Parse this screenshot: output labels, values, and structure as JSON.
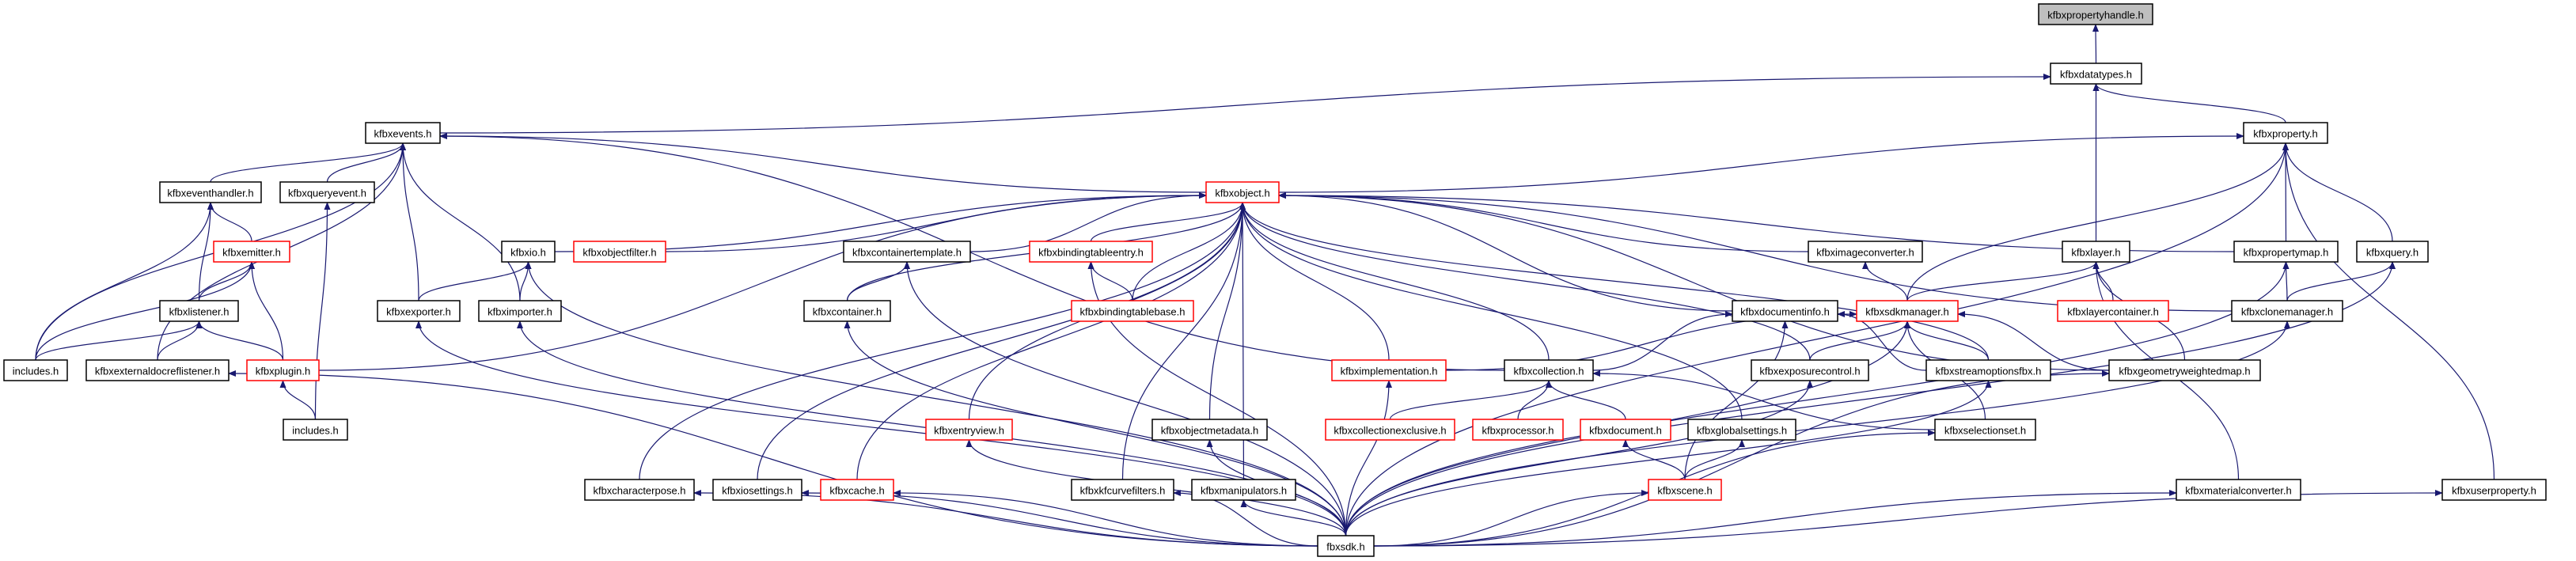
{
  "colors": {
    "edge": "#191970",
    "truncated_border": "#ff0000",
    "normal_border": "#000000",
    "root_fill": "#bfbfbf"
  },
  "nodes": [
    {
      "id": "propertyhandle",
      "label": "kfbxpropertyhandle.h",
      "style": "root"
    },
    {
      "id": "datatypes",
      "label": "kfbxdatatypes.h",
      "style": "normal"
    },
    {
      "id": "events",
      "label": "kfbxevents.h",
      "style": "normal"
    },
    {
      "id": "property",
      "label": "kfbxproperty.h",
      "style": "normal"
    },
    {
      "id": "eventhandler",
      "label": "kfbxeventhandler.h",
      "style": "normal"
    },
    {
      "id": "queryevent",
      "label": "kfbxqueryevent.h",
      "style": "normal"
    },
    {
      "id": "object",
      "label": "kfbxobject.h",
      "style": "red"
    },
    {
      "id": "emitter",
      "label": "kfbxemitter.h",
      "style": "red"
    },
    {
      "id": "io",
      "label": "kfbxio.h",
      "style": "normal"
    },
    {
      "id": "objectfilter",
      "label": "kfbxobjectfilter.h",
      "style": "red"
    },
    {
      "id": "containertemplate",
      "label": "kfbxcontainertemplate.h",
      "style": "normal"
    },
    {
      "id": "bindingtableentry",
      "label": "kfbxbindingtableentry.h",
      "style": "red"
    },
    {
      "id": "imageconverter",
      "label": "kfbximageconverter.h",
      "style": "normal"
    },
    {
      "id": "layer",
      "label": "kfbxlayer.h",
      "style": "normal"
    },
    {
      "id": "propertymap",
      "label": "kfbxpropertymap.h",
      "style": "normal"
    },
    {
      "id": "query",
      "label": "kfbxquery.h",
      "style": "normal"
    },
    {
      "id": "listener",
      "label": "kfbxlistener.h",
      "style": "normal"
    },
    {
      "id": "exporter",
      "label": "kfbxexporter.h",
      "style": "normal"
    },
    {
      "id": "importer",
      "label": "kfbximporter.h",
      "style": "normal"
    },
    {
      "id": "container",
      "label": "kfbxcontainer.h",
      "style": "normal"
    },
    {
      "id": "bindingtablebase",
      "label": "kfbxbindingtablebase.h",
      "style": "red"
    },
    {
      "id": "documentinfo",
      "label": "kfbxdocumentinfo.h",
      "style": "normal"
    },
    {
      "id": "sdkmanager",
      "label": "kfbxsdkmanager.h",
      "style": "red"
    },
    {
      "id": "layercontainer",
      "label": "kfbxlayercontainer.h",
      "style": "red"
    },
    {
      "id": "clonemanager",
      "label": "kfbxclonemanager.h",
      "style": "normal"
    },
    {
      "id": "includes1",
      "label": "includes.h",
      "style": "normal"
    },
    {
      "id": "externaldocreflistener",
      "label": "kfbxexternaldocreflistener.h",
      "style": "normal"
    },
    {
      "id": "plugin",
      "label": "kfbxplugin.h",
      "style": "red"
    },
    {
      "id": "implementation",
      "label": "kfbximplementation.h",
      "style": "red"
    },
    {
      "id": "collection",
      "label": "kfbxcollection.h",
      "style": "normal"
    },
    {
      "id": "exposurecontrol",
      "label": "kfbxexposurecontrol.h",
      "style": "normal"
    },
    {
      "id": "streamoptionsfbx",
      "label": "kfbxstreamoptionsfbx.h",
      "style": "normal"
    },
    {
      "id": "geometryweightedmap",
      "label": "kfbxgeometryweightedmap.h",
      "style": "normal"
    },
    {
      "id": "includes2",
      "label": "includes.h",
      "style": "normal"
    },
    {
      "id": "entryview",
      "label": "kfbxentryview.h",
      "style": "red"
    },
    {
      "id": "objectmetadata",
      "label": "kfbxobjectmetadata.h",
      "style": "normal"
    },
    {
      "id": "collectionexclusive",
      "label": "kfbxcollectionexclusive.h",
      "style": "red"
    },
    {
      "id": "processor",
      "label": "kfbxprocessor.h",
      "style": "red"
    },
    {
      "id": "document",
      "label": "kfbxdocument.h",
      "style": "red"
    },
    {
      "id": "globalsettings",
      "label": "kfbxglobalsettings.h",
      "style": "normal"
    },
    {
      "id": "selectionset",
      "label": "kfbxselectionset.h",
      "style": "normal"
    },
    {
      "id": "characterpose",
      "label": "kfbxcharacterpose.h",
      "style": "normal"
    },
    {
      "id": "iosettings",
      "label": "kfbxiosettings.h",
      "style": "normal"
    },
    {
      "id": "cache",
      "label": "kfbxcache.h",
      "style": "red"
    },
    {
      "id": "kfcurvefilters",
      "label": "kfbxkfcurvefilters.h",
      "style": "normal"
    },
    {
      "id": "manipulators",
      "label": "kfbxmanipulators.h",
      "style": "normal"
    },
    {
      "id": "scene",
      "label": "kfbxscene.h",
      "style": "red"
    },
    {
      "id": "materialconverter",
      "label": "kfbxmaterialconverter.h",
      "style": "normal"
    },
    {
      "id": "userproperty",
      "label": "kfbxuserproperty.h",
      "style": "normal"
    },
    {
      "id": "fbxsdk",
      "label": "fbxsdk.h",
      "style": "normal"
    }
  ],
  "edges": [
    [
      "datatypes",
      "propertyhandle"
    ],
    [
      "events",
      "datatypes"
    ],
    [
      "property",
      "datatypes"
    ],
    [
      "layer",
      "datatypes"
    ],
    [
      "object",
      "property"
    ],
    [
      "propertymap",
      "property"
    ],
    [
      "query",
      "property"
    ],
    [
      "sdkmanager",
      "property"
    ],
    [
      "userproperty",
      "property"
    ],
    [
      "fbxsdk",
      "property"
    ],
    [
      "eventhandler",
      "events"
    ],
    [
      "queryevent",
      "events"
    ],
    [
      "exporter",
      "events"
    ],
    [
      "importer",
      "events"
    ],
    [
      "includes1",
      "events"
    ],
    [
      "externaldocreflistener",
      "events"
    ],
    [
      "object",
      "events"
    ],
    [
      "collection",
      "events"
    ],
    [
      "emitter",
      "eventhandler"
    ],
    [
      "listener",
      "eventhandler"
    ],
    [
      "includes1",
      "eventhandler"
    ],
    [
      "listener",
      "emitter"
    ],
    [
      "plugin",
      "emitter"
    ],
    [
      "includes1",
      "emitter"
    ],
    [
      "includes1",
      "listener"
    ],
    [
      "externaldocreflistener",
      "listener"
    ],
    [
      "plugin",
      "listener"
    ],
    [
      "includes2",
      "queryevent"
    ],
    [
      "includes2",
      "plugin"
    ],
    [
      "exporter",
      "io"
    ],
    [
      "importer",
      "io"
    ],
    [
      "fbxsdk",
      "io"
    ],
    [
      "plugin",
      "object"
    ],
    [
      "io",
      "object"
    ],
    [
      "objectfilter",
      "object"
    ],
    [
      "containertemplate",
      "object"
    ],
    [
      "container",
      "object"
    ],
    [
      "characterpose",
      "object"
    ],
    [
      "iosettings",
      "object"
    ],
    [
      "cache",
      "object"
    ],
    [
      "entryview",
      "object"
    ],
    [
      "bindingtableentry",
      "object"
    ],
    [
      "bindingtablebase",
      "object"
    ],
    [
      "kfcurvefilters",
      "object"
    ],
    [
      "manipulators",
      "object"
    ],
    [
      "objectmetadata",
      "object"
    ],
    [
      "implementation",
      "object"
    ],
    [
      "collection",
      "object"
    ],
    [
      "documentinfo",
      "object"
    ],
    [
      "imageconverter",
      "object"
    ],
    [
      "streamoptionsfbx",
      "object"
    ],
    [
      "clonemanager",
      "object"
    ],
    [
      "geometryweightedmap",
      "object"
    ],
    [
      "globalsettings",
      "object"
    ],
    [
      "propertymap",
      "object"
    ],
    [
      "exposurecontrol",
      "object"
    ],
    [
      "container",
      "containertemplate"
    ],
    [
      "fbxsdk",
      "containertemplate"
    ],
    [
      "fbxsdk",
      "container"
    ],
    [
      "bindingtablebase",
      "bindingtableentry"
    ],
    [
      "fbxsdk",
      "bindingtableentry"
    ],
    [
      "implementation",
      "sdkmanager"
    ],
    [
      "collection",
      "documentinfo"
    ],
    [
      "collectionexclusive",
      "collection"
    ],
    [
      "processor",
      "collection"
    ],
    [
      "document",
      "collection"
    ],
    [
      "selectionset",
      "collection"
    ],
    [
      "scene",
      "document"
    ],
    [
      "scene",
      "globalsettings"
    ],
    [
      "scene",
      "documentinfo"
    ],
    [
      "sdkmanager",
      "imageconverter"
    ],
    [
      "sdkmanager",
      "layer"
    ],
    [
      "layercontainer",
      "layer"
    ],
    [
      "materialconverter",
      "layer"
    ],
    [
      "geometryweightedmap",
      "layer"
    ],
    [
      "exposurecontrol",
      "sdkmanager"
    ],
    [
      "streamoptionsfbx",
      "sdkmanager"
    ],
    [
      "selectionset",
      "sdkmanager"
    ],
    [
      "geometryweightedmap",
      "sdkmanager"
    ],
    [
      "streamoptionsfbx",
      "documentinfo"
    ],
    [
      "clonemanager",
      "propertymap"
    ],
    [
      "clonemanager",
      "query"
    ],
    [
      "fbxsdk",
      "exporter"
    ],
    [
      "fbxsdk",
      "importer"
    ],
    [
      "fbxsdk",
      "externaldocreflistener"
    ],
    [
      "fbxsdk",
      "entryview"
    ],
    [
      "fbxsdk",
      "objectmetadata"
    ],
    [
      "fbxsdk",
      "kfcurvefilters"
    ],
    [
      "fbxsdk",
      "manipulators"
    ],
    [
      "fbxsdk",
      "characterpose"
    ],
    [
      "fbxsdk",
      "iosettings"
    ],
    [
      "fbxsdk",
      "cache"
    ],
    [
      "fbxsdk",
      "implementation"
    ],
    [
      "fbxsdk",
      "scene"
    ],
    [
      "fbxsdk",
      "exposurecontrol"
    ],
    [
      "fbxsdk",
      "streamoptionsfbx"
    ],
    [
      "fbxsdk",
      "selectionset"
    ],
    [
      "fbxsdk",
      "sdkmanager"
    ],
    [
      "fbxsdk",
      "propertymap"
    ],
    [
      "fbxsdk",
      "query"
    ],
    [
      "fbxsdk",
      "clonemanager"
    ],
    [
      "fbxsdk",
      "geometryweightedmap"
    ],
    [
      "fbxsdk",
      "materialconverter"
    ],
    [
      "fbxsdk",
      "userproperty"
    ]
  ]
}
